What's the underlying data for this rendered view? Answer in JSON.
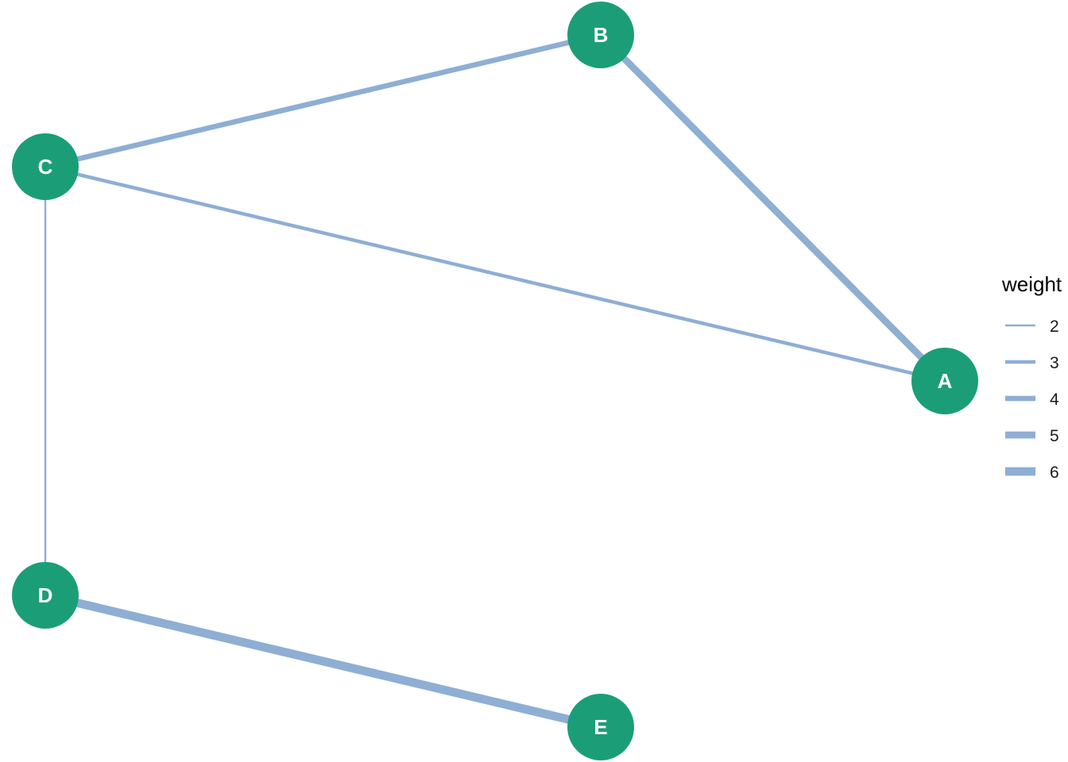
{
  "graph": {
    "nodes": [
      {
        "id": "A",
        "label": "A"
      },
      {
        "id": "B",
        "label": "B"
      },
      {
        "id": "C",
        "label": "C"
      },
      {
        "id": "D",
        "label": "D"
      },
      {
        "id": "E",
        "label": "E"
      }
    ],
    "edges": [
      {
        "from": "A",
        "to": "B",
        "weight": 5
      },
      {
        "from": "A",
        "to": "C",
        "weight": 3
      },
      {
        "from": "B",
        "to": "C",
        "weight": 4
      },
      {
        "from": "C",
        "to": "D",
        "weight": 2
      },
      {
        "from": "D",
        "to": "E",
        "weight": 6
      }
    ],
    "node_color": "#1b9e77",
    "edge_color": "#8eaed4",
    "label_color": "#ffffff"
  },
  "legend": {
    "title": "weight",
    "items": [
      {
        "label": "2",
        "weight": 2
      },
      {
        "label": "3",
        "weight": 3
      },
      {
        "label": "4",
        "weight": 4
      },
      {
        "label": "5",
        "weight": 5
      },
      {
        "label": "6",
        "weight": 6
      }
    ]
  }
}
